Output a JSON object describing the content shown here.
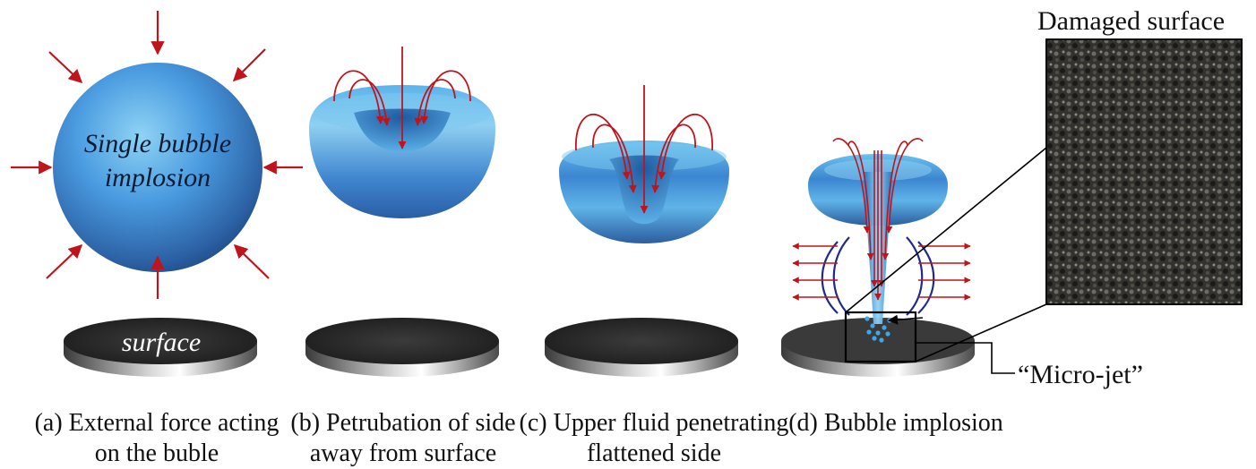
{
  "bubble_text": {
    "line1": "Single bubble",
    "line2": "implosion"
  },
  "surface_text": "surface",
  "damaged_label": "Damaged surface",
  "microjet_label": "“Micro-jet”",
  "captions": [
    {
      "line1": "(a) External force acting",
      "line2": "on the buble"
    },
    {
      "line1": "(b) Petrubation of side",
      "line2": "away from surface"
    },
    {
      "line1": "(c) Upper fluid penetrating",
      "line2": "flattened side"
    },
    {
      "line1": "(d) Bubble implosion",
      "line2": ""
    }
  ],
  "colors": {
    "arrow": "#c0141c",
    "bubble": "#3d8fd6",
    "surface": "#222222",
    "wave": "#1f2a8a"
  }
}
